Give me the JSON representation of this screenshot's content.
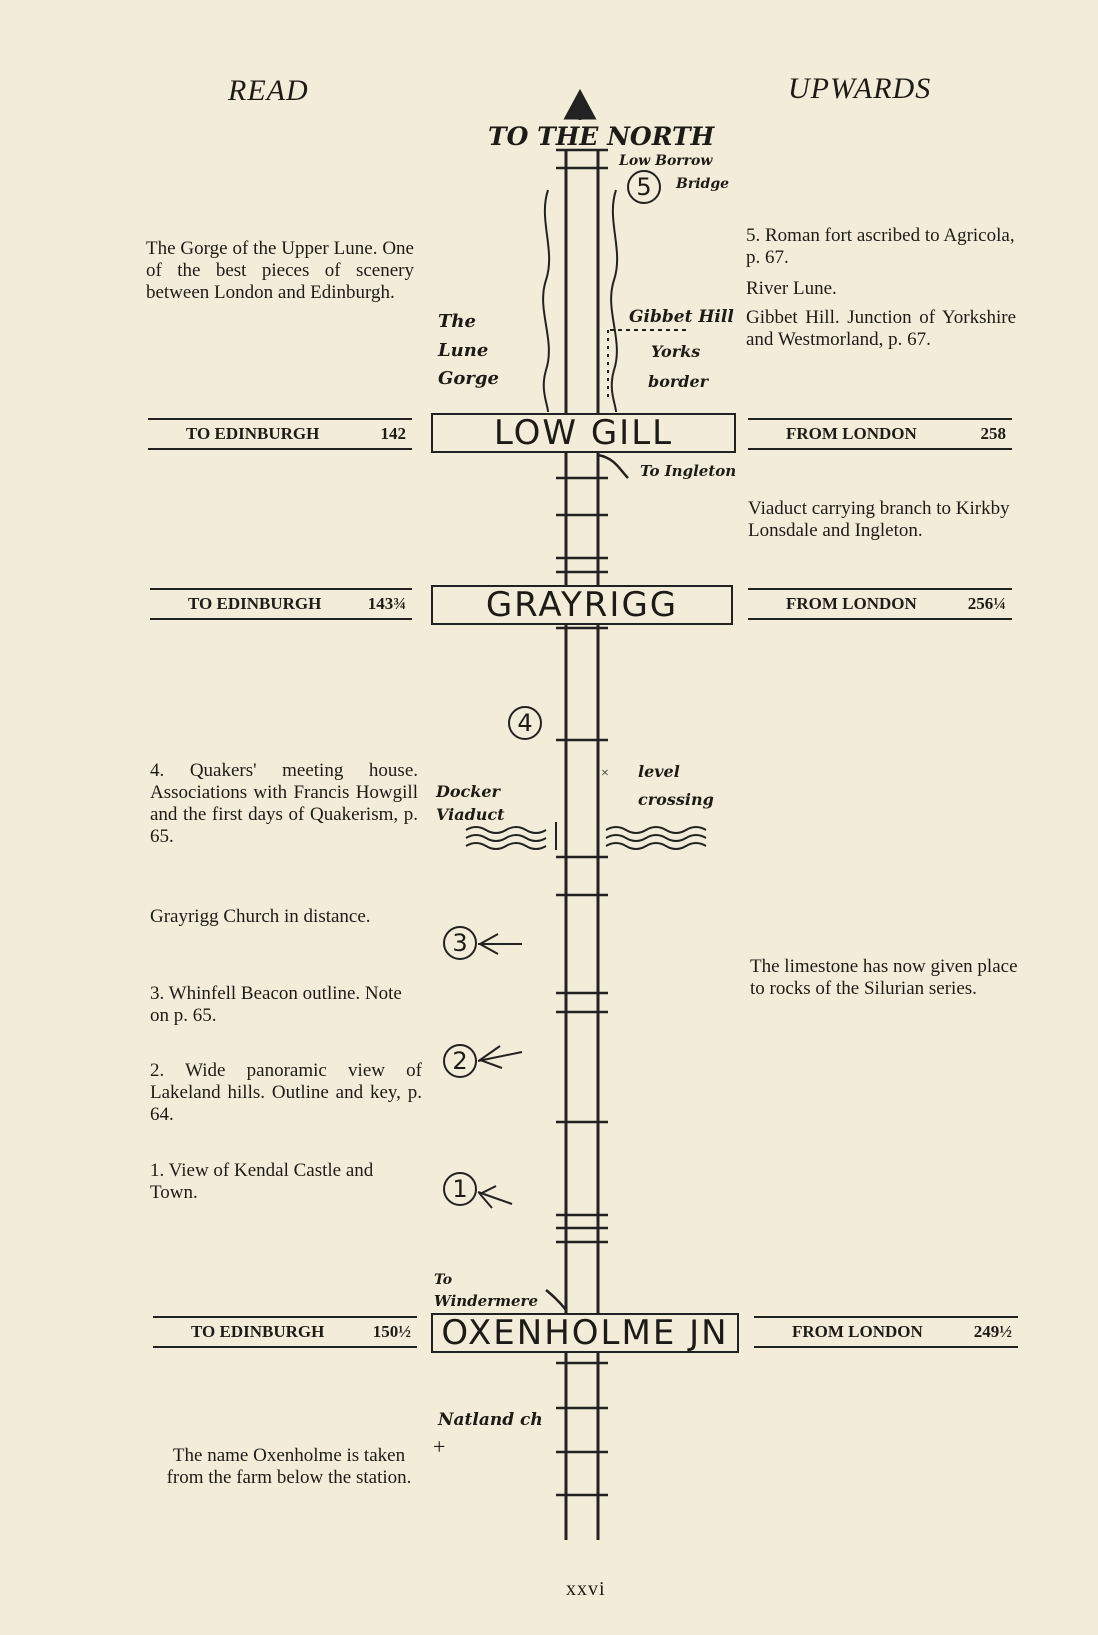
{
  "header": {
    "left": "READ",
    "right": "UPWARDS",
    "north": "TO THE NORTH"
  },
  "map_labels": {
    "low_borrow": "Low Borrow",
    "bridge": "Bridge",
    "gibbet_hill": "Gibbet Hill",
    "yorks": "Yorks",
    "border": "border",
    "the": "The",
    "lune": "Lune",
    "gorge": "Gorge",
    "to_ingleton": "To Ingleton",
    "docker": "Docker",
    "viaduct": "Viaduct",
    "level": "level",
    "crossing": "crossing",
    "to": "To",
    "windermere": "Windermere",
    "natland": "Natland ch",
    "cross": "+",
    "x_mark": "×"
  },
  "markers": [
    "5",
    "4",
    "3",
    "2",
    "1"
  ],
  "stations": [
    {
      "name": "LOW GILL",
      "to_label": "TO EDINBURGH",
      "to_dist": "142",
      "from_label": "FROM LONDON",
      "from_dist": "258"
    },
    {
      "name": "GRAYRIGG",
      "to_label": "TO EDINBURGH",
      "to_dist": "143¾",
      "from_label": "FROM LONDON",
      "from_dist": "256¼"
    },
    {
      "name": "OXENHOLME JN",
      "to_label": "TO EDINBURGH",
      "to_dist": "150½",
      "from_label": "FROM LONDON",
      "from_dist": "249½"
    }
  ],
  "left_notes": {
    "gorge": "The Gorge of the Upper Lune. One of the best pieces of scenery between London and Edinburgh.",
    "quakers": "4. Quakers' meeting house. Associations with Francis Howgill and the first days of Quakerism, p. 65.",
    "church": "Grayrigg Church in distance.",
    "whinfell": "3. Whinfell Beacon outline. Note on p. 65.",
    "panoramic": "2. Wide panoramic view of Lakeland hills. Outline and key, p. 64.",
    "kendal": "1. View of Kendal Castle and Town.",
    "oxenholme": "The name Oxenholme is taken from the farm below the station."
  },
  "right_notes": {
    "roman": "5. Roman fort ascribed to Agricola, p. 67.",
    "river": "River Lune.",
    "gibbet": "Gibbet Hill. Junction of Yorkshire and Westmorland, p. 67.",
    "viaduct": "Viaduct carrying branch to Kirkby Lonsdale and Ingleton.",
    "limestone": "The limestone has now given place to rocks of the Silurian series."
  },
  "page_number": "xxvi"
}
